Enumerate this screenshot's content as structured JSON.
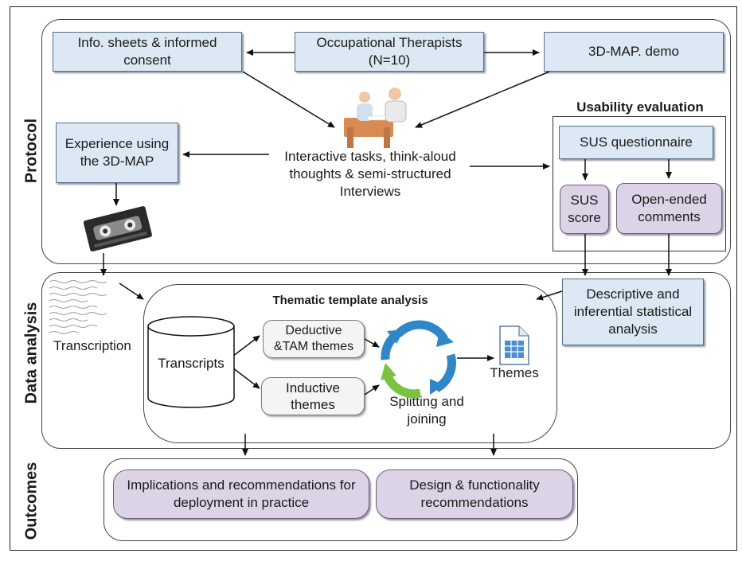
{
  "sections": {
    "protocol": "Protocol",
    "data_analysis": "Data analysis",
    "outcomes": "Outcomes"
  },
  "protocol": {
    "info_sheets": "Info. sheets & informed consent",
    "occupational_therapists": "Occupational Therapists (N=10)",
    "demo": "3D-MAP. demo",
    "experience": "Experience using  the 3D-MAP",
    "interactive_tasks": "Interactive tasks, think-aloud thoughts & semi-structured Interviews",
    "usability_title": "Usability evaluation",
    "sus_questionnaire": "SUS questionnaire",
    "sus_score": "SUS score",
    "open_ended": "Open-ended comments"
  },
  "data_analysis": {
    "transcription": "Transcription",
    "thematic_title": "Thematic template analysis",
    "transcripts": "Transcripts",
    "deductive": "Deductive &TAM themes",
    "inductive": "Inductive themes",
    "splitting": "Splitting and joining",
    "themes": "Themes",
    "descriptive": "Descriptive and inferential statistical analysis"
  },
  "outcomes": {
    "implications": "Implications and recommendations for deployment in practice",
    "design": "Design & functionality recommendations"
  },
  "colors": {
    "blue_box": "#dce8f3",
    "purple_box": "#ddd3e6",
    "cycle_blue": "#2f86c8",
    "cycle_green": "#7cc242"
  },
  "icons": [
    "meeting-illustration-icon",
    "cassette-tape-icon",
    "handwriting-notes-icon",
    "cycle-arrows-icon",
    "spreadsheet-document-icon"
  ]
}
